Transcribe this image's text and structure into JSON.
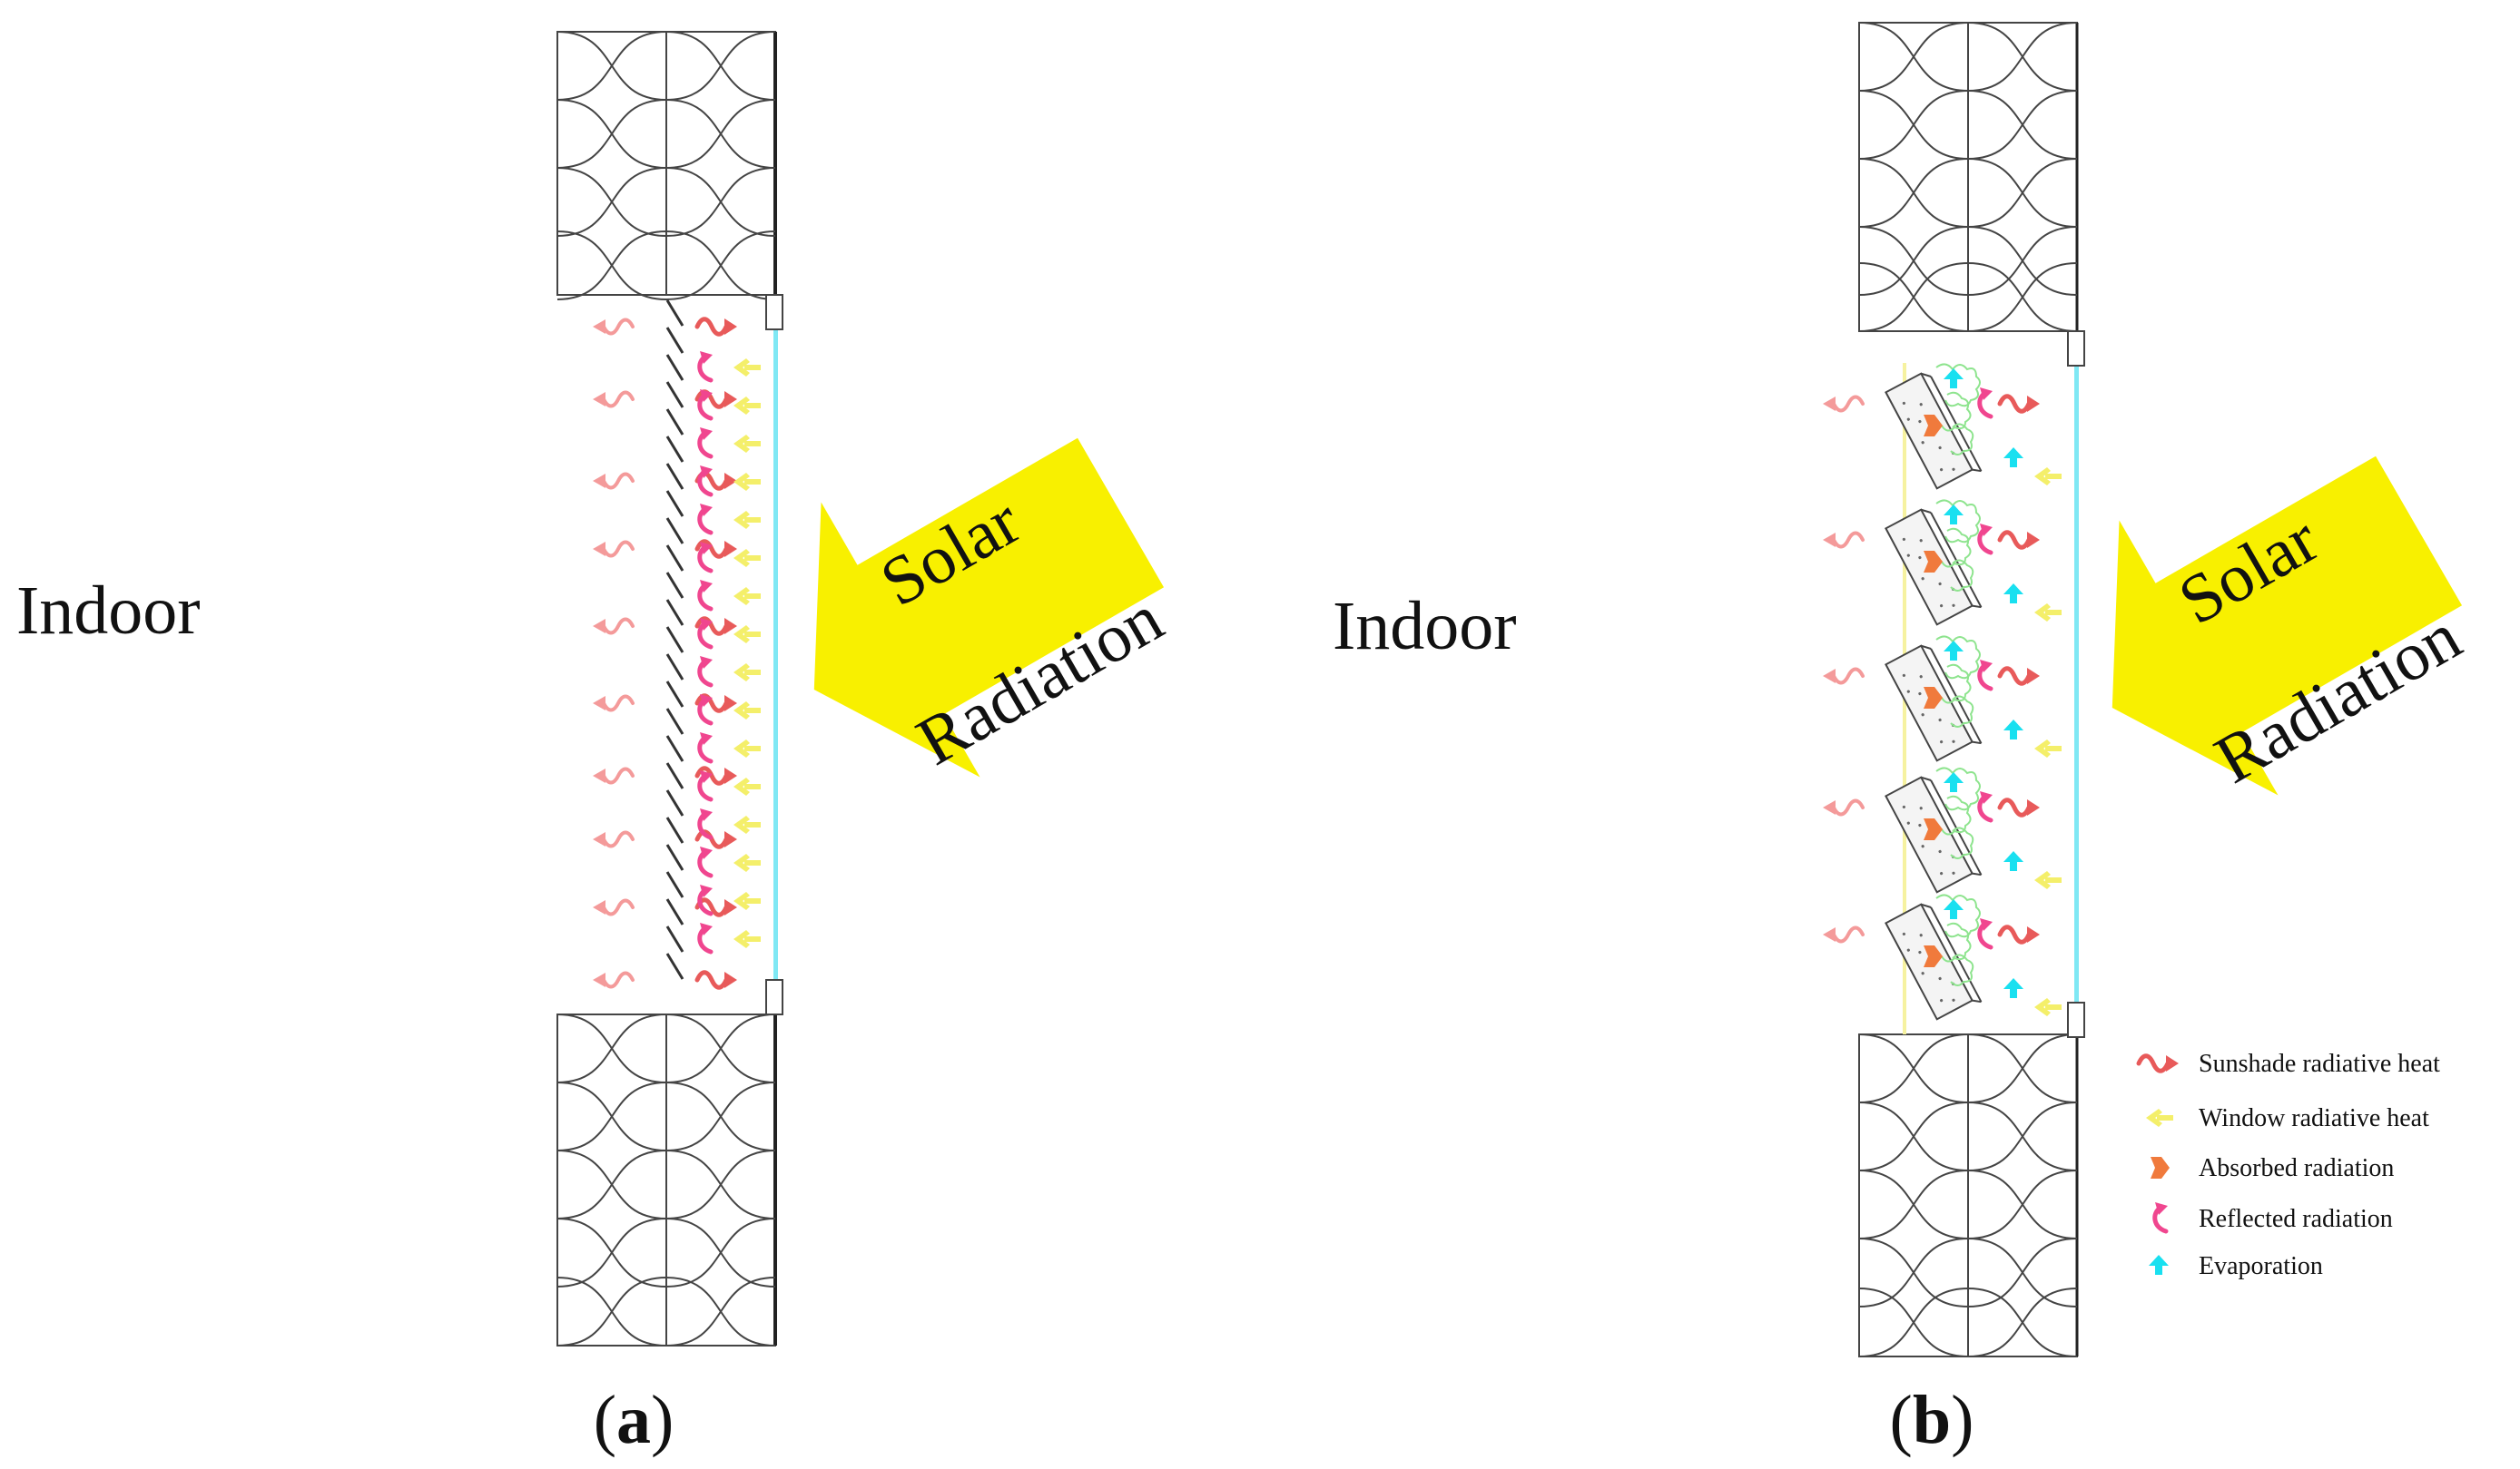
{
  "panels": {
    "a": {
      "indoor_label": "Indoor",
      "solar_label_line1": "Solar",
      "solar_label_line2": "Radiation",
      "caption_letter": "a"
    },
    "b": {
      "indoor_label": "Indoor",
      "solar_label_line1": "Solar",
      "solar_label_line2": "Radiation",
      "caption_letter": "b"
    }
  },
  "legend": [
    {
      "key": "sunshade",
      "label": "Sunshade radiative heat",
      "color": "#e85a5a",
      "icon": "wavy-arrow-icon"
    },
    {
      "key": "window",
      "label": "Window radiative heat",
      "color": "#f4ef6a",
      "icon": "chevron-arrow-icon"
    },
    {
      "key": "absorbed",
      "label": "Absorbed radiation",
      "color": "#f07a3c",
      "icon": "absorbed-arrow-icon"
    },
    {
      "key": "reflected",
      "label": "Reflected radiation",
      "color": "#f0468f",
      "icon": "curved-arrow-icon"
    },
    {
      "key": "evaporation",
      "label": "Evaporation",
      "color": "#19e0f0",
      "icon": "up-arrow-icon"
    }
  ],
  "colors": {
    "solar_arrow": "#f8f000",
    "glass": "#7fe8f4",
    "wall_line": "#555555",
    "indoor_wave": "#f49a9a",
    "foliage": "#8ee48e"
  }
}
